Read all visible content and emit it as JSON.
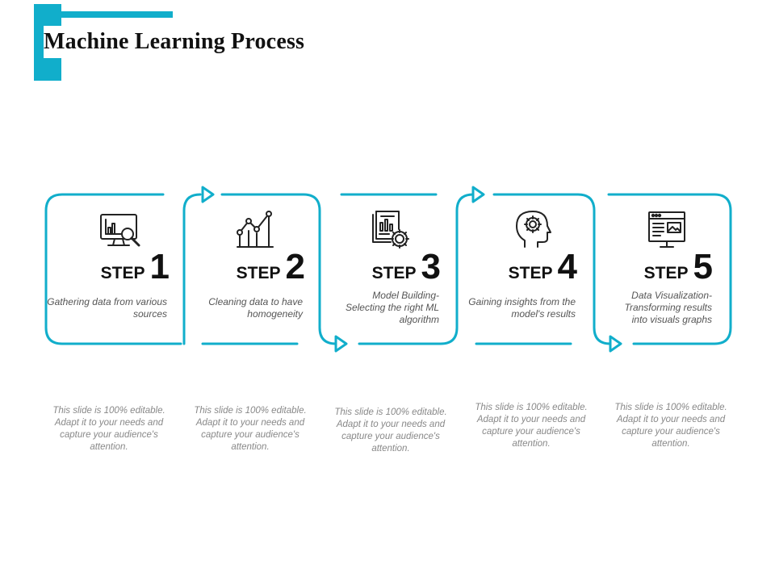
{
  "title": "Machine Learning Process",
  "colors": {
    "accent": "#11AECB",
    "text": "#111111",
    "muted": "#888888"
  },
  "steps": [
    {
      "label": "STEP",
      "number": "1",
      "icon": "monitor-chart-search-icon",
      "description": "Gathering data from various sources",
      "note": "This slide is 100% editable. Adapt it to your needs and capture your audience's attention."
    },
    {
      "label": "STEP",
      "number": "2",
      "icon": "line-graph-icon",
      "description": "Cleaning data to have homogeneity",
      "note": "This slide is 100% editable. Adapt it to your needs and capture your audience's attention."
    },
    {
      "label": "STEP",
      "number": "3",
      "icon": "report-gear-icon",
      "description": "Model Building- Selecting the right ML algorithm",
      "note": "This slide is 100% editable. Adapt it to your needs and capture your audience's attention."
    },
    {
      "label": "STEP",
      "number": "4",
      "icon": "head-gear-icon",
      "description": "Gaining insights from the model's results",
      "note": "This slide is 100% editable. Adapt it to your needs and capture your audience's attention."
    },
    {
      "label": "STEP",
      "number": "5",
      "icon": "browser-window-icon",
      "description": "Data Visualization- Transforming results into visuals graphs",
      "note": "This slide is 100% editable. Adapt it to your needs and capture your audience's attention."
    }
  ]
}
